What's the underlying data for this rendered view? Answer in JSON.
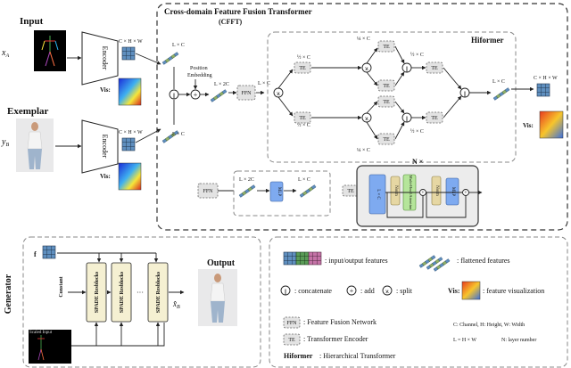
{
  "titles": {
    "input": "Input",
    "exemplar": "Exemplar",
    "cfft": "Cross-domain Feature Fusion Transformer",
    "cfft_abbr": "(CFFT)",
    "hiformer": "Hiformer",
    "generator": "Generator",
    "output": "Output"
  },
  "labels": {
    "encoder": "Encoder",
    "chw": "C × H × W",
    "vis": "Vis:",
    "x_a": "x",
    "x_a_sub": "A",
    "y_b": "y",
    "y_b_sub": "B",
    "lxc": "L × C",
    "lx2c": "L × 2C",
    "pos_emb_1": "Position",
    "pos_emb_2": "Embedding",
    "ffn": "FFN",
    "te": "TE",
    "ln": "L × C",
    "mlp": "MLP",
    "norm": "Norm",
    "mhsa": "Multi-Head Attention",
    "nx": "N ×",
    "half_c": "½ × C",
    "quarter_c": "¼ × C",
    "constant": "Constant",
    "spade": "SPADE Resblocks",
    "dots": "···",
    "f": "f",
    "scaled_input": "Scaled Input",
    "xhat_b": "x̂",
    "xhat_sub": "B"
  },
  "legend": {
    "io_features": ": input/output features",
    "flattened": ": flattened features",
    "concatenate": ": concatenate",
    "add": ": add",
    "split": ": split",
    "vis": "Vis:",
    "feature_vis": ": feature visualization",
    "ffn_box": "FFN",
    "ffn_desc": ": Feature Fusion Network",
    "te_box": "TE",
    "te_desc": ": Transformer Encoder",
    "hiformer": "Hiformer",
    "hiformer_desc": ": Hierarchical Transformer",
    "c_def": "C: Channel,  H: Height,  W: Width",
    "l_def": "L = H × W",
    "n_def": "N: layer number"
  },
  "colors": {
    "encoder_fill": "#ffffff",
    "te_fill": "#e3e3e3",
    "ln_blue": "#7eaaf0",
    "mlp_blue": "#7eaaf0",
    "norm_tan": "#e6d7a3",
    "mhsa_green": "#b5e59a",
    "spade_fill": "#f5f0d2",
    "feature_blue": "#5f8fbf",
    "feature_green": "#8fb06a"
  }
}
